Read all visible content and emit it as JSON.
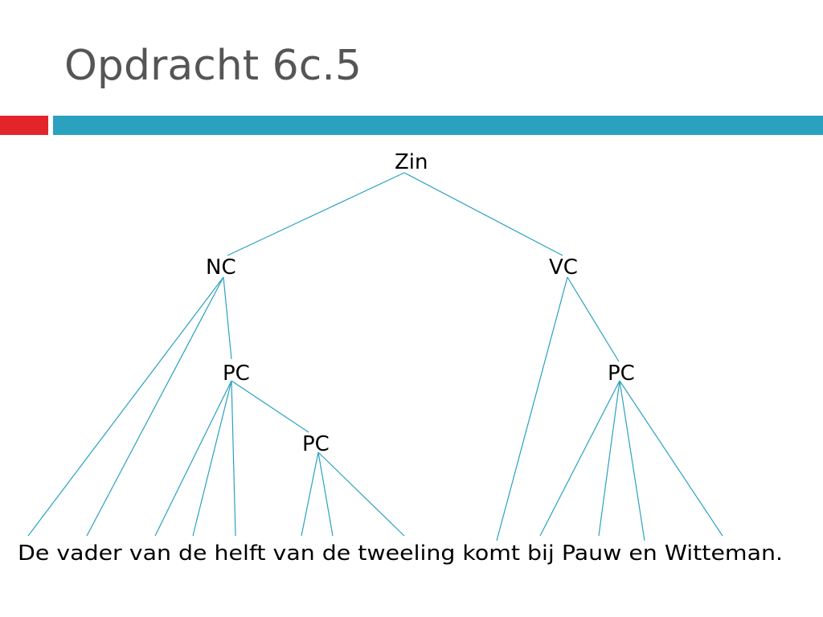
{
  "slide": {
    "title": "Opdracht 6c.5"
  },
  "colors": {
    "title_text": "#555555",
    "accent_red": "#e3242b",
    "accent_blue": "#2aa1bf",
    "tree_lines": "#2aa1bf"
  },
  "tree": {
    "root": "Zin",
    "nodes": {
      "zin": "Zin",
      "nc": "NC",
      "vc": "VC",
      "pc_nc": "PC",
      "pc_nested": "PC",
      "pc_vc": "PC"
    },
    "sentence": "De vader van de helft van de tweeling komt bij Pauw en Witteman."
  }
}
